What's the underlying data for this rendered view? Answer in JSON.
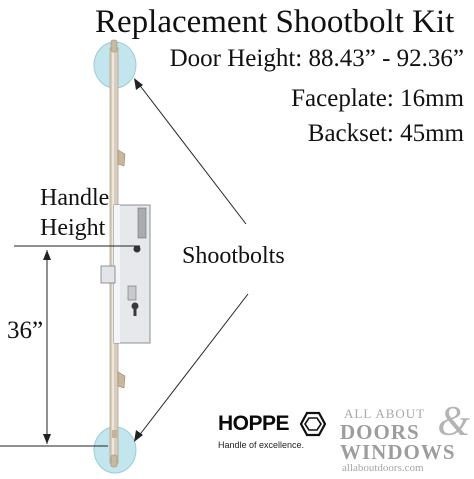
{
  "title": "Replacement Shootbolt Kit",
  "specs": {
    "door_height": "Door Height: 88.43” - 92.36”",
    "faceplate": "Faceplate: 16mm",
    "backset": "Backset: 45mm"
  },
  "handle_height_label": {
    "line1": "Handle",
    "line2": "Height"
  },
  "shootbolts_label": "Shootbolts",
  "measurement": "36”",
  "brand": {
    "name": "HOPPE",
    "tagline": "Handle of excellence."
  },
  "watermark": {
    "line1": "ALL ABOUT",
    "ampersand": "&",
    "line2": "DOORS",
    "line3": "WINDOWS",
    "url": "allaboutdoors.com"
  },
  "colors": {
    "highlight_circle": "#bfe3ec",
    "faceplate": "#d9cfc2",
    "gearbox": "#e8eaee",
    "text": "#111111"
  }
}
